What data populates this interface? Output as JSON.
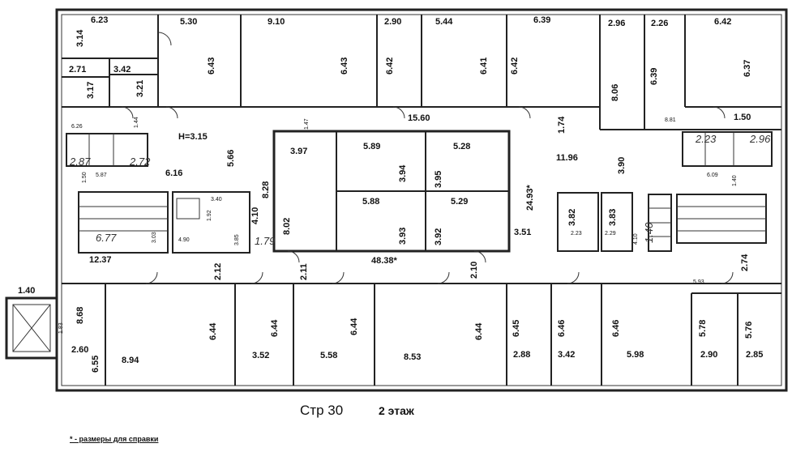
{
  "sheet": {
    "building_label": "Стр 30",
    "floor_label": "2 этаж",
    "footnote": "* - размеры для справки"
  },
  "rooms_top": [
    {
      "label": "6.23"
    },
    {
      "label": "3.14"
    },
    {
      "label": "2.71"
    },
    {
      "label": "3.17"
    },
    {
      "label": "3.42"
    },
    {
      "label": "3.21"
    },
    {
      "label": "5.30"
    },
    {
      "label": "6.43"
    },
    {
      "label": "9.10"
    },
    {
      "label": "6.43"
    },
    {
      "label": "2.90"
    },
    {
      "label": "6.42"
    },
    {
      "label": "5.44"
    },
    {
      "label": "6.41"
    },
    {
      "label": "6.39"
    },
    {
      "label": "6.42"
    },
    {
      "label": "2.96"
    },
    {
      "label": "8.06"
    },
    {
      "label": "2.26"
    },
    {
      "label": "6.39"
    },
    {
      "label": "6.42"
    },
    {
      "label": "6.37"
    }
  ],
  "corridor_labels": [
    {
      "label": "15.60"
    },
    {
      "label": "1.74"
    },
    {
      "label": "1.47"
    },
    {
      "label": "8.81"
    },
    {
      "label": "1.50"
    },
    {
      "label": "11.96"
    },
    {
      "label": "3.90"
    },
    {
      "label": "24.93*"
    },
    {
      "label": "3.51"
    },
    {
      "label": "48.38*"
    },
    {
      "label": "12.37"
    },
    {
      "label": "2.12"
    },
    {
      "label": "2.11"
    },
    {
      "label": "2.10"
    },
    {
      "label": "2.74"
    },
    {
      "label": "5.93"
    },
    {
      "label": "H=3.15"
    },
    {
      "label": "5.66"
    },
    {
      "label": "8.28"
    },
    {
      "label": "6.16"
    },
    {
      "label": "4.10"
    },
    {
      "label": "1.40"
    },
    {
      "label": "1.83"
    }
  ],
  "small_labels": [
    {
      "label": "6.26"
    },
    {
      "label": "1.44"
    },
    {
      "label": "5.87"
    },
    {
      "label": "1.50"
    },
    {
      "label": "3.40"
    },
    {
      "label": "1.92"
    },
    {
      "label": "4.90"
    },
    {
      "label": "3.85"
    },
    {
      "label": "3.03"
    },
    {
      "label": "6.09"
    },
    {
      "label": "1.40"
    },
    {
      "label": "4.10"
    },
    {
      "label": "2.23"
    },
    {
      "label": "2.29"
    }
  ],
  "core_rooms": [
    {
      "label": "3.97"
    },
    {
      "label": "8.02"
    },
    {
      "label": "5.89"
    },
    {
      "label": "3.94"
    },
    {
      "label": "5.28"
    },
    {
      "label": "3.95"
    },
    {
      "label": "5.88"
    },
    {
      "label": "3.93"
    },
    {
      "label": "5.29"
    },
    {
      "label": "3.92"
    },
    {
      "label": "3.82"
    },
    {
      "label": "3.83"
    }
  ],
  "rooms_bottom": [
    {
      "label": "8.68"
    },
    {
      "label": "2.60"
    },
    {
      "label": "6.55"
    },
    {
      "label": "6.44"
    },
    {
      "label": "8.94"
    },
    {
      "label": "6.44"
    },
    {
      "label": "3.52"
    },
    {
      "label": "6.44"
    },
    {
      "label": "5.58"
    },
    {
      "label": "6.44"
    },
    {
      "label": "8.53"
    },
    {
      "label": "6.45"
    },
    {
      "label": "2.88"
    },
    {
      "label": "6.46"
    },
    {
      "label": "3.42"
    },
    {
      "label": "6.46"
    },
    {
      "label": "5.98"
    },
    {
      "label": "5.78"
    },
    {
      "label": "2.90"
    },
    {
      "label": "5.76"
    },
    {
      "label": "2.85"
    }
  ],
  "handwritten": [
    {
      "label": "2.87"
    },
    {
      "label": "2.72"
    },
    {
      "label": "6.77"
    },
    {
      "label": "1.79"
    },
    {
      "label": "2.23"
    },
    {
      "label": "2.96"
    },
    {
      "label": "1.40"
    }
  ],
  "colors": {
    "line": "#222222",
    "paper": "#ffffff"
  }
}
